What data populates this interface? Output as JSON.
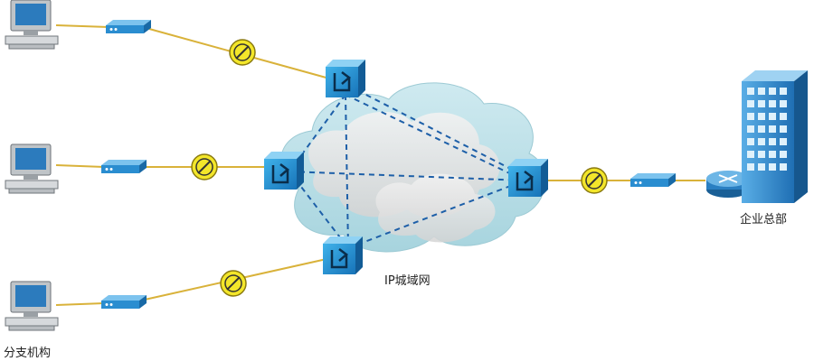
{
  "labels": {
    "cloud": "IP城域网",
    "hq": "企业总部",
    "branch": "分支机构"
  },
  "colors": {
    "link_line": "#d9b23a",
    "cloud_fill": "#b9dfe6",
    "switch_fill": "#1e8fd0",
    "dashed_link": "#1d5fa8",
    "modem_fill": "#2a8dd0",
    "building_fill": "#2a86c8",
    "router_fill": "#2a7fc2",
    "encryptor_fill": "#f3e62a"
  },
  "nodes": {
    "branch_computers": 3,
    "branch_modems": 3,
    "encryptors": 4,
    "core_switches": 4
  },
  "icons": [
    "computer-icon",
    "modem-icon",
    "encryptor-icon",
    "switch-icon",
    "router-icon",
    "building-icon",
    "cloud"
  ]
}
